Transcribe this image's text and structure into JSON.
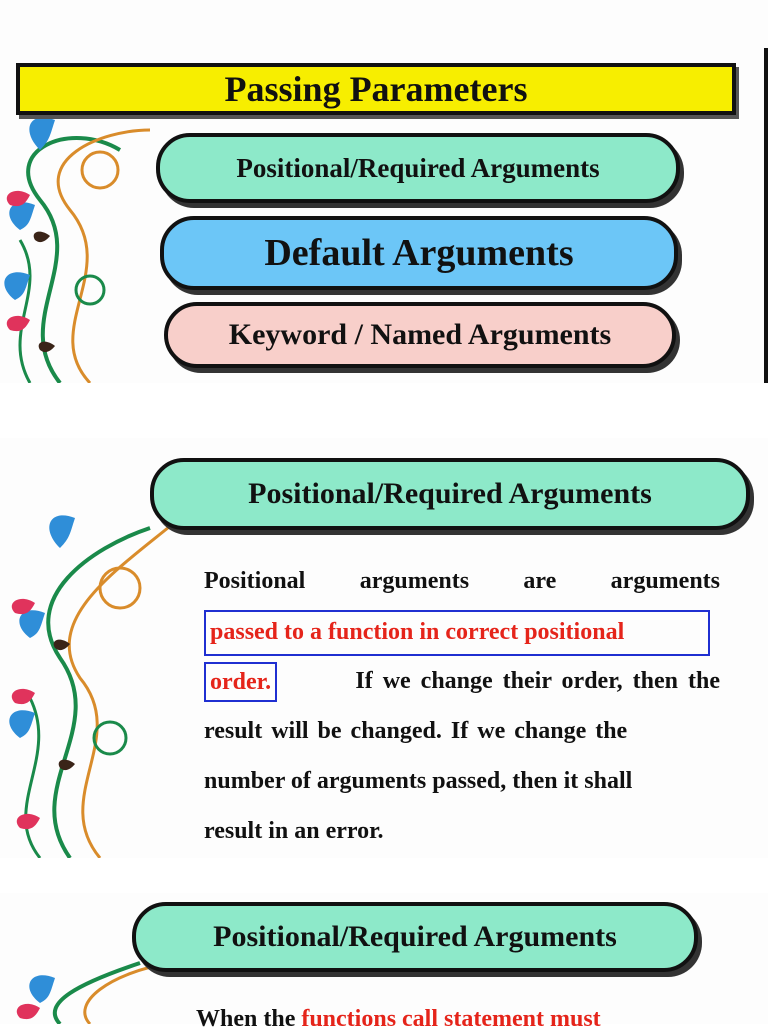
{
  "slide1": {
    "title": "Passing Parameters",
    "options": [
      {
        "label": "Positional/Required Arguments",
        "color": "#8de9c9"
      },
      {
        "label": "Default Arguments",
        "color": "#6cc6f7"
      },
      {
        "label": "Keyword / Named Arguments",
        "color": "#f8cfca"
      }
    ]
  },
  "slide2": {
    "heading": "Positional/Required Arguments",
    "line1_words": [
      "Positional",
      "arguments",
      "are",
      "arguments"
    ],
    "highlight_a": "passed to a function in correct positional",
    "highlight_b": "order.",
    "line3_rest": "If we change their order, then the",
    "line4": "result will be changed. If we change the",
    "line5": "number of arguments passed, then it shall",
    "line6": "result in an error."
  },
  "slide3": {
    "heading": "Positional/Required Arguments",
    "partial_black": "When the",
    "partial_red": "functions call statement must"
  },
  "colors": {
    "title_yellow": "#f7ee00",
    "highlight_red": "#e5241a",
    "highlight_box": "#1f2fd1"
  }
}
